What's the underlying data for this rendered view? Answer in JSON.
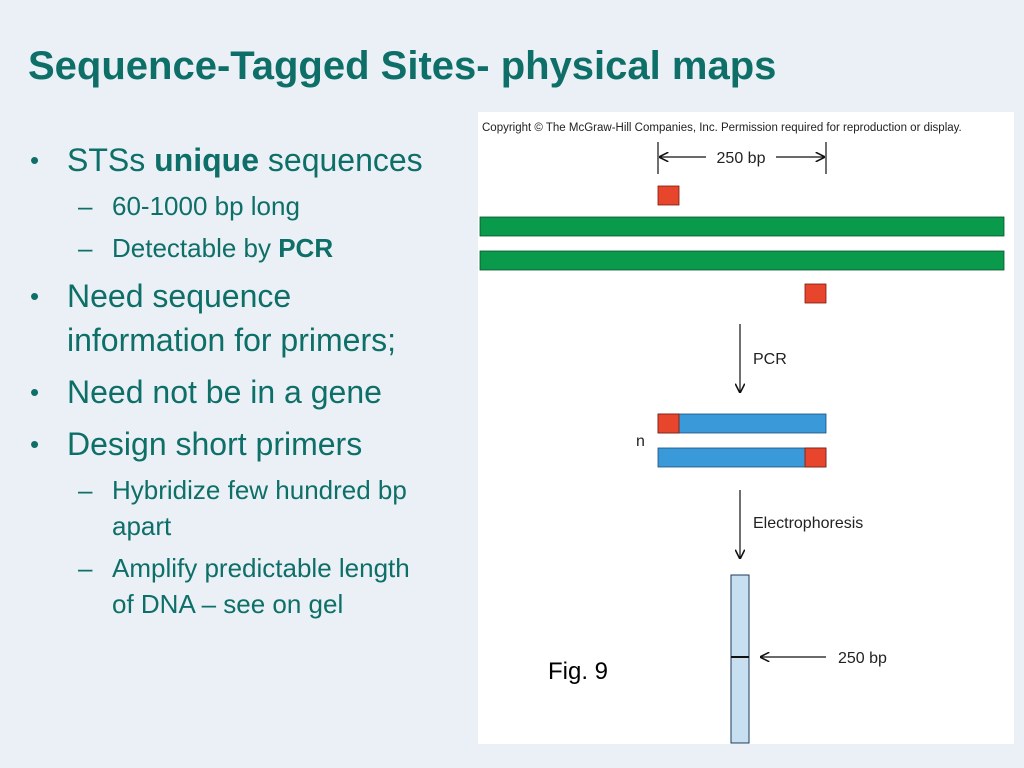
{
  "slide": {
    "title": "Sequence-Tagged Sites- physical maps",
    "bullets": [
      {
        "pre": "STSs ",
        "bold": "unique",
        "post": " sequences",
        "subs": [
          {
            "pre": "60-1000 bp long",
            "bold": ""
          },
          {
            "pre": "Detectable by ",
            "bold": "PCR"
          }
        ]
      },
      {
        "line1": "Need sequence",
        "line2": "information for primers;"
      },
      {
        "text": "Need not be in a gene"
      },
      {
        "text": "Design short primers",
        "subs": [
          {
            "line1": "Hybridize few hundred bp",
            "line2": "apart"
          },
          {
            "line1": "Amplify predictable length",
            "line2": "of DNA – see on gel"
          }
        ]
      }
    ],
    "bullet_symbol": "•",
    "dash_symbol": "–"
  },
  "figure": {
    "copyright": "Copyright © The McGraw-Hill Companies, Inc. Permission required for reproduction or display.",
    "top_size_label": "250 bp",
    "pcr_label": "PCR",
    "cycles_label": "n",
    "electrophoresis_label": "Electrophoresis",
    "band_size_label": "250 bp",
    "caption": "Fig. 9",
    "colors": {
      "dna_strand": "#0a9a4c",
      "primer": "#e8452d",
      "amplicon": "#3a9ad9",
      "gel_lane": "#c8dff2",
      "text_teal": "#0e6f68"
    }
  }
}
